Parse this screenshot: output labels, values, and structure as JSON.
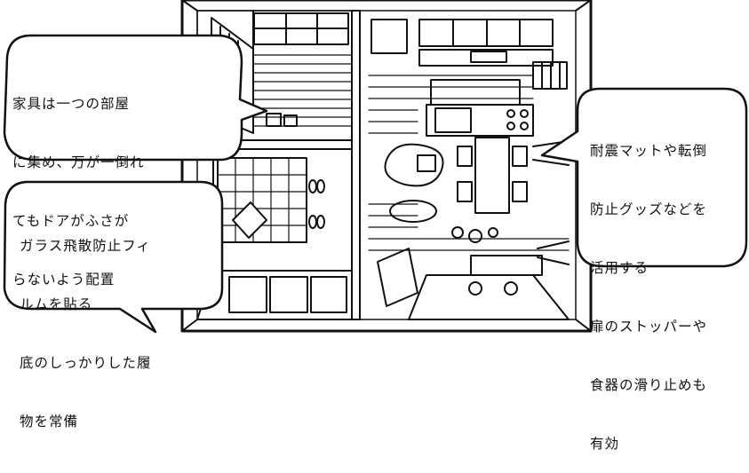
{
  "callouts": {
    "furniture": [
      "家具は一つの部屋",
      "に集め、万が一倒れ",
      "てもドアがふさが",
      "らないよう配置"
    ],
    "glass": [
      "ガラス飛散防止フィ",
      "ルムを貼る",
      "底のしっかりした履",
      "物を常備"
    ],
    "quake": [
      "耐震マットや転倒",
      "防止グッズなどを",
      "活用する",
      "扉のストッパーや",
      "食器の滑り止めも",
      "有効"
    ]
  },
  "colors": {
    "ink": "#111111",
    "paper": "#ffffff"
  }
}
